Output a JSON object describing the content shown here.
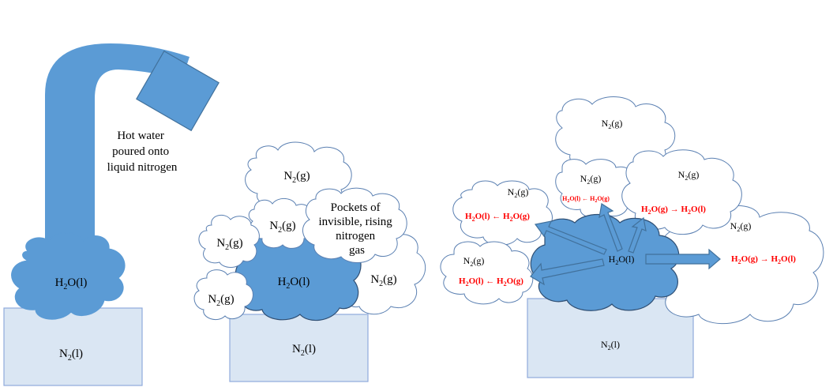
{
  "colors": {
    "water": "#5b9bd5",
    "water_stroke": "#41719c",
    "container_fill": "#dae6f3",
    "container_stroke": "#8faadc",
    "cloud_stroke": "#5b80b2",
    "arrow_text": "#ff0000"
  },
  "panel1": {
    "annotation_lines": [
      "Hot water",
      "poured onto",
      "liquid nitrogen"
    ],
    "water_label": "H2O(l)",
    "container_label": "N2(l)"
  },
  "panel2": {
    "gas_label": "N2(g)",
    "pocket_lines": [
      "Pockets of",
      "invisible, rising",
      "nitrogen",
      "gas"
    ],
    "water_label": "H2O(l)",
    "container_label": "N2(l)"
  },
  "panel3": {
    "gas_label": "N2(g)",
    "water_label": "H2O(l)",
    "container_label": "N2(l)",
    "reaction_condense": "H2O(l) ← H2O(g)",
    "reaction_evaporate": "H2O(g) → H2O(l)"
  }
}
